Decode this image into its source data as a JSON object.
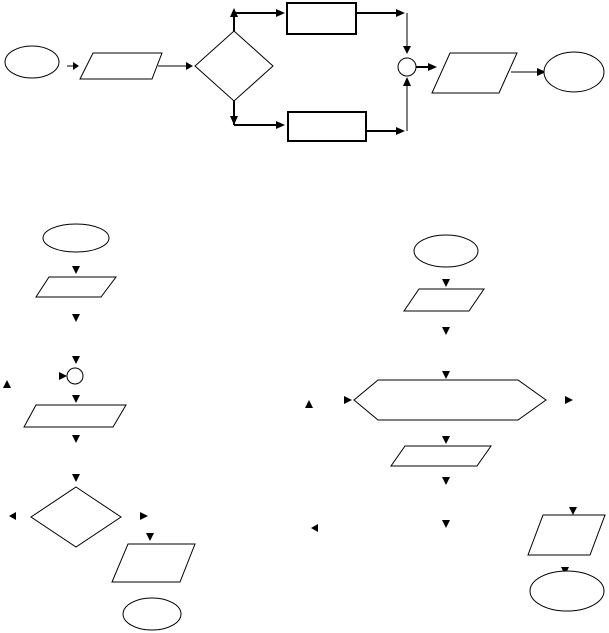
{
  "diagram": {
    "type": "flowchart",
    "title": "",
    "panels": [
      {
        "id": "top",
        "description": ""
      },
      {
        "id": "bottom-left",
        "description": ""
      },
      {
        "id": "bottom-right",
        "description": ""
      }
    ],
    "colors": {
      "stroke": "#000000",
      "fill": "#ffffff"
    }
  }
}
